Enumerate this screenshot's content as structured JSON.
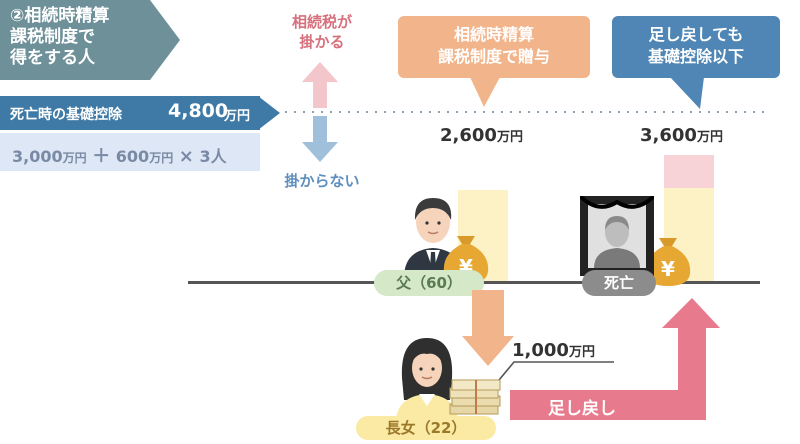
{
  "title": {
    "line1": "②相続時精算",
    "line2": "課税制度で",
    "line3": "得をする人"
  },
  "tax_up_label": {
    "line1": "相続税が",
    "line2": "掛かる"
  },
  "tax_down_label": "掛からない",
  "deduction": {
    "label": "死亡時の基礎控除",
    "amount": "4,800",
    "unit": "万円",
    "formula_base": "3,000",
    "formula_unit1": "万円",
    "formula_plus": "＋",
    "formula_per": "600",
    "formula_unit2": "万円",
    "formula_times": "×",
    "formula_count": "3人"
  },
  "callout_gift": {
    "line1": "相続時精算",
    "line2": "課税制度で贈与"
  },
  "callout_return": {
    "line1": "足し戻しても",
    "line2": "基礎控除以下"
  },
  "amount_gift": {
    "value": "2,600",
    "unit": "万円"
  },
  "amount_death": {
    "value": "3,600",
    "unit": "万円"
  },
  "amount_daughter": {
    "value": "1,000",
    "unit": "万円"
  },
  "father_label": "父（60）",
  "death_label": "死亡",
  "daughter_label": "長女（22）",
  "return_label": "足し戻し",
  "yen_symbol": "¥",
  "colors": {
    "title_bg": "#6e9099",
    "deduction_blue": "#3f7aa6",
    "formula_bg": "#dde7f5",
    "callout_orange": "#f2b48a",
    "callout_blue": "#4f86b5",
    "money_bag": "#e6a833",
    "asset_yellow": "#fdf1c6",
    "return_pink": "#e77a8c"
  }
}
